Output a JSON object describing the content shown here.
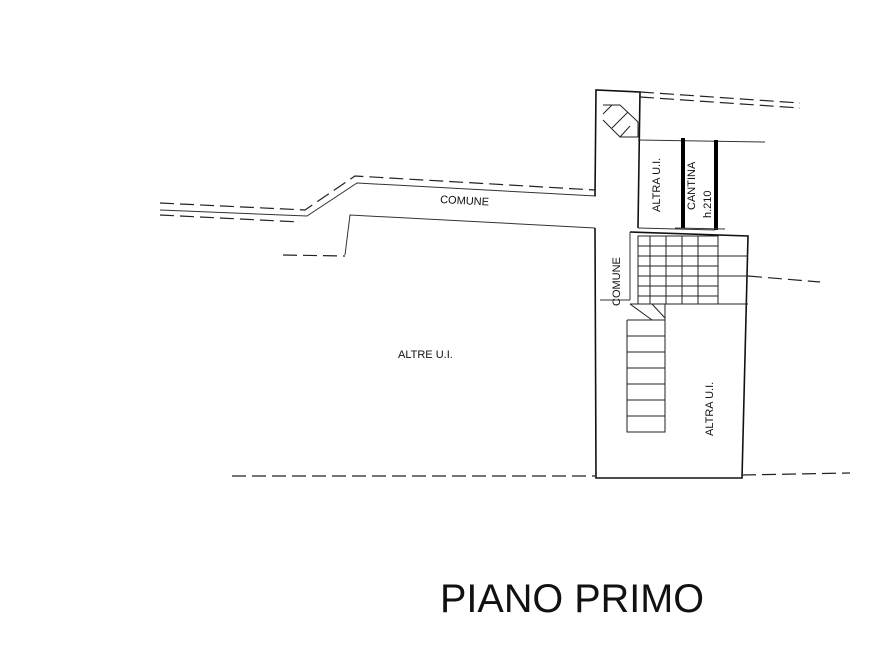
{
  "plan": {
    "title": "PIANO PRIMO",
    "labels": {
      "comune_corridor": "COMUNE",
      "comune_stair": "COMUNE",
      "altre_ui": "ALTRE U.I.",
      "altra_ui_upper": "ALTRA U.I.",
      "altra_ui_lower": "ALTRA U.I.",
      "cantina": "CANTINA",
      "cantina_height": "h.210"
    }
  }
}
